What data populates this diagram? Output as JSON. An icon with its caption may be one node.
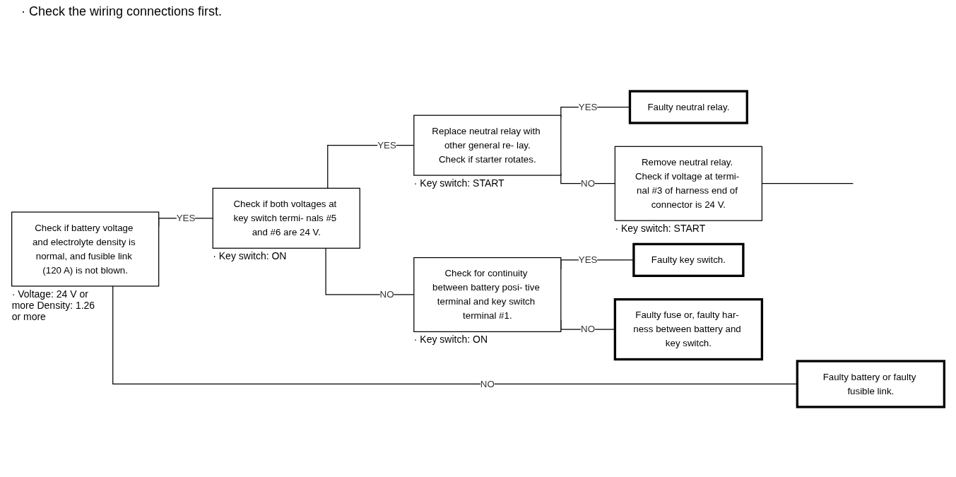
{
  "diagram": {
    "nodes": [
      {
        "text": [
          "Check if battery voltage and electrolyte density is normal, and fusible link (120 A) is not blown."
        ],
        "beside": [
          "· Voltage: 24 V or more Density: 1.26 or more"
        ]
      },
      {
        "text": [
          "Check if both voltages at key switch termi- nals #5 and #6 are 24 V."
        ],
        "beside": [
          "· Key switch: ON"
        ]
      },
      {
        "text": [
          "Replace neutral relay with other general re- lay.",
          "Check if starter rotates."
        ],
        "beside": [
          "· Key switch: START"
        ]
      },
      {
        "text": [
          "Faulty neutral relay."
        ]
      },
      {
        "text": [
          "Remove neutral relay. Check if voltage at termi- nal #3 of harness end of connector is 24 V."
        ],
        "beside": [
          "· Key switch: START"
        ]
      },
      {
        "text": [
          "Check for continuity between battery posi- tive terminal and key switch terminal #1."
        ],
        "beside": [
          "· Key switch: ON"
        ]
      },
      {
        "text": [
          "Faulty key switch."
        ]
      },
      {
        "text": [
          "Faulty fuse or, faulty har- ness between battery and key switch."
        ]
      },
      {
        "text": [
          "Faulty battery or faulty fusible link."
        ]
      }
    ],
    "edges": [
      {
        "from": 0,
        "to": 1,
        "arrow": "none",
        "label": "YES"
      },
      {
        "from": 0,
        "to": 8,
        "arrow": "none",
        "label": "NO"
      },
      {
        "from": 1,
        "to": 2,
        "arrow": "none",
        "label": "YES"
      },
      {
        "from": 1,
        "to": 5,
        "arrow": "none",
        "label": "NO"
      },
      {
        "from": 2,
        "to": 3,
        "arrow": "none",
        "label": "YES"
      },
      {
        "from": 2,
        "to": 4,
        "arrow": "none",
        "label": "NO"
      },
      {
        "from": 4,
        "to": null,
        "arrow": "none"
      },
      {
        "from": 5,
        "to": 6,
        "arrow": "none",
        "label": "YES"
      },
      {
        "from": 5,
        "to": 7,
        "arrow": "none",
        "label": "NO"
      }
    ],
    "labels": [
      "· Check the wiring connections first."
    ]
  }
}
